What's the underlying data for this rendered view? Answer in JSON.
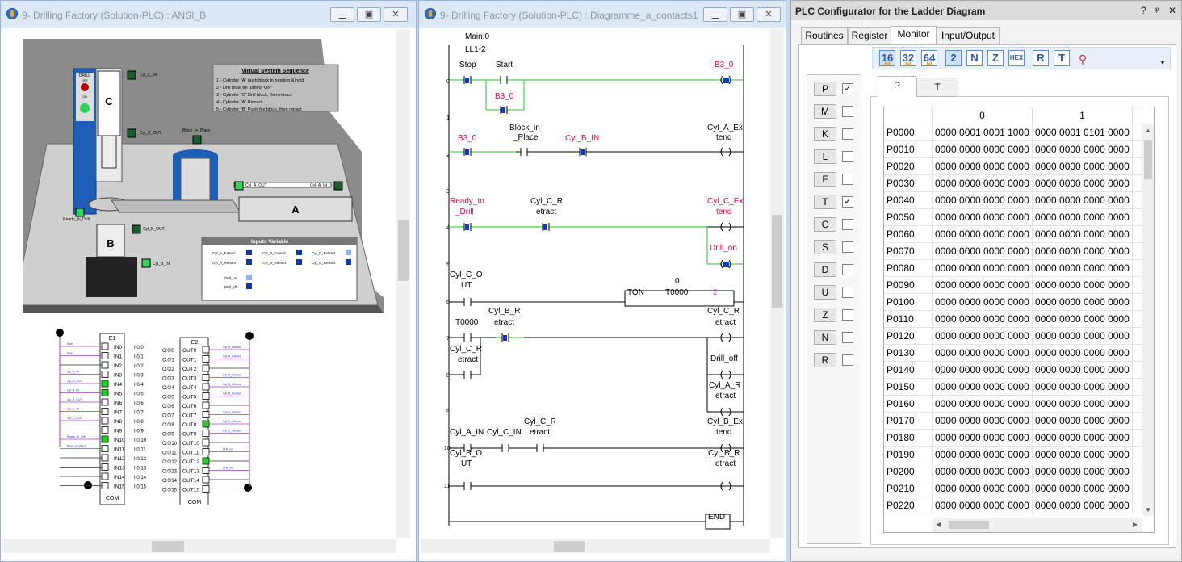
{
  "windows": {
    "left": {
      "title": "9- Drilling Factory (Solution-PLC) : ANSI_B"
    },
    "middle": {
      "title": "9- Drilling Factory (Solution-PLC) : Diagramme_a_contacts1"
    },
    "right": {
      "title": "PLC Configurator for the Ladder Diagram"
    }
  },
  "window_buttons": {
    "minimize": "▁",
    "maximize": "▣",
    "close": "✕"
  },
  "scene": {
    "panel_title": "Virtual System Sequence",
    "steps": [
      "1 - Cylinder \"A\" push block in position & hold",
      "2 - Drill must be turned \"ON\"",
      "3 - Cylinder \"C\" Drill block, then retract",
      "4 - Cylinder \"A\" Retract",
      "5 - Cylinder \"B\" Push the block, then retract"
    ],
    "labels": {
      "cyl_c_in": "Cyl_C_IN",
      "cyl_c_out": "Cyl_C_OUT",
      "block_in_place": "Block_In_Place",
      "cyl_a_out": "Cyl_A_OUT",
      "cyl_a_in": "Cyl_A_IN",
      "ready_to_drill": "Ready_to_Drill",
      "cyl_b_out": "Cyl_B_OUT",
      "cyl_b_in": "Cyl_B_IN",
      "drill": "DRILL",
      "off": "OFF",
      "on": "ON",
      "a": "A",
      "b": "B",
      "c": "C"
    },
    "inputs_title": "Inputs Variable",
    "inputs": [
      "Cyl_A_Extend",
      "Cyl_B_Extend",
      "Cyl_C_Extend",
      "Cyl_A_Retract",
      "Cyl_B_Retract",
      "Cyl_C_Retract",
      "Drill_on",
      "Drill_off"
    ]
  },
  "io": {
    "e1": "E1",
    "e2": "E2",
    "com": "COM",
    "inputs": [
      "IN0",
      "IN1",
      "IN2",
      "IN3",
      "IN4",
      "IN5",
      "IN6",
      "IN7",
      "IN8",
      "IN9",
      "IN10",
      "IN11",
      "IN12",
      "IN13",
      "IN14",
      "IN15"
    ],
    "input_addr": [
      "I:0/0",
      "I:0/1",
      "I:0/2",
      "I:0/3",
      "I:0/4",
      "I:0/5",
      "I:0/6",
      "I:0/7",
      "I:0/8",
      "I:0/9",
      "I:0/10",
      "I:0/11",
      "I:0/12",
      "I:0/13",
      "I:0/14",
      "I:0/15"
    ],
    "outputs": [
      "OUT0",
      "OUT1",
      "OUT2",
      "OUT3",
      "OUT4",
      "OUT5",
      "OUT6",
      "OUT7",
      "OUT8",
      "OUT9",
      "OUT10",
      "OUT11",
      "OUT12",
      "OUT13",
      "OUT14",
      "OUT15"
    ],
    "output_addr": [
      "O:0/0",
      "O:0/1",
      "O:0/2",
      "O:0/3",
      "O:0/4",
      "O:0/5",
      "O:0/6",
      "O:0/7",
      "O:0/8",
      "O:0/9",
      "O:0/10",
      "O:0/11",
      "O:0/12",
      "O:0/13",
      "O:0/14",
      "O:0/15"
    ],
    "input_active": [
      4,
      5,
      10
    ],
    "output_active": [
      8,
      12
    ],
    "input_tags": [
      "Start",
      "Stop",
      "",
      "Cyl_A_IN",
      "Cyl_A_OUT",
      "Cyl_B_IN",
      "Cyl_B_OUT",
      "Cyl_C_IN",
      "Cyl_C_OUT",
      "",
      "Ready_to_Drill",
      "Block_in_Place",
      "",
      "",
      "",
      ""
    ],
    "output_tags": [
      "Cyl_A_Retract",
      "Cyl_A_Extend",
      "",
      "Cyl_B_Retract",
      "Cyl_B_Extend",
      "Cyl_B_Retract",
      "",
      "Cyl_C_Retract",
      "Cyl_C_Extend",
      "Cyl_C_Retract",
      "",
      "Drill_on",
      "",
      "Drill_off",
      "",
      ""
    ]
  },
  "ladder": {
    "header": "Main:0",
    "subheader": "LL1-2",
    "rung_numbers": [
      "0",
      "1",
      "2",
      "3",
      "4",
      "5",
      "6",
      "7",
      "8",
      "9",
      "10",
      "11"
    ],
    "labels": {
      "stop": "Stop",
      "start": "Start",
      "b3_0_a": "B3_0",
      "b3_0_b": "B3_0",
      "b3_0_c": "B3_0",
      "block_in_1": "Block_in",
      "block_in_2": "_Place",
      "cyl_b_in": "Cyl_B_IN",
      "cyl_a_ex_1": "Cyl_A_Ex",
      "cyl_a_ex_2": "tend",
      "ready_1": "Ready_to",
      "ready_2": "_Drill",
      "cyl_c_r_1": "Cyl_C_R",
      "cyl_c_r_2": "etract",
      "cyl_c_ex_1": "Cyl_C_Ex",
      "cyl_c_ex_2": "tend",
      "drill_on": "Drill_on",
      "cyl_c_o_1": "Cyl_C_O",
      "cyl_c_o_2": "UT",
      "timer_val": "0",
      "ton": "TON",
      "timer": "T0000",
      "preset": "2",
      "t0000": "T0000",
      "cyl_b_r_1": "Cyl_B_R",
      "cyl_b_r_2": "etract",
      "cyl_c_r_out_1": "Cyl_C_R",
      "cyl_c_r_out_2": "etract",
      "cyl_c_r_b_1": "Cyl_C_R",
      "cyl_c_r_b_2": "etract",
      "drill_off": "Drill_off",
      "cyl_a_r_1": "Cyl_A_R",
      "cyl_a_r_2": "etract",
      "cyl_a_in": "Cyl_A_IN",
      "cyl_c_in": "Cyl_C_IN",
      "cyl_c_r2_1": "Cyl_C_R",
      "cyl_c_r2_2": "etract",
      "cyl_b_ex_1": "Cyl_B_Ex",
      "cyl_b_ex_2": "tend",
      "cyl_b_o_1": "Cyl_B_O",
      "cyl_b_o_2": "UT",
      "cyl_b_r_out_1": "Cyl_B_R",
      "cyl_b_r_out_2": "etract",
      "end": "END"
    }
  },
  "config": {
    "help": "?",
    "pin": "ᵠ",
    "close": "✕",
    "tabs": [
      "Routines",
      "Register",
      "Monitor",
      "Input/Output"
    ],
    "active_tab": "Monitor",
    "toolbar": [
      {
        "label": "16",
        "sub": "bit",
        "selected": true
      },
      {
        "label": "32",
        "sub": "bit",
        "selected": false
      },
      {
        "label": "64",
        "sub": "bit",
        "selected": false
      },
      {
        "label": "2",
        "sub": "",
        "selected": true
      },
      {
        "label": "N",
        "sub": "",
        "selected": false
      },
      {
        "label": "Z",
        "sub": "",
        "selected": false
      },
      {
        "label": "HEX",
        "sub": "",
        "selected": false
      },
      {
        "label": "R",
        "sub": "",
        "selected": false
      },
      {
        "label": "T",
        "sub": "",
        "selected": false
      }
    ],
    "registers": [
      {
        "name": "P",
        "checked": true
      },
      {
        "name": "M",
        "checked": false
      },
      {
        "name": "K",
        "checked": false
      },
      {
        "name": "L",
        "checked": false
      },
      {
        "name": "F",
        "checked": false
      },
      {
        "name": "T",
        "checked": true
      },
      {
        "name": "C",
        "checked": false
      },
      {
        "name": "S",
        "checked": false
      },
      {
        "name": "D",
        "checked": false
      },
      {
        "name": "U",
        "checked": false
      },
      {
        "name": "Z",
        "checked": false
      },
      {
        "name": "N",
        "checked": false
      },
      {
        "name": "R",
        "checked": false
      }
    ],
    "sub_tabs": [
      "P",
      "T"
    ],
    "grid": {
      "columns": [
        "",
        "0",
        "1"
      ],
      "rows": [
        [
          "P0000",
          "0000 0001 0001 1000",
          "0000 0001 0101 0000"
        ],
        [
          "P0010",
          "0000 0000 0000 0000",
          "0000 0000 0000 0000"
        ],
        [
          "P0020",
          "0000 0000 0000 0000",
          "0000 0000 0000 0000"
        ],
        [
          "P0030",
          "0000 0000 0000 0000",
          "0000 0000 0000 0000"
        ],
        [
          "P0040",
          "0000 0000 0000 0000",
          "0000 0000 0000 0000"
        ],
        [
          "P0050",
          "0000 0000 0000 0000",
          "0000 0000 0000 0000"
        ],
        [
          "P0060",
          "0000 0000 0000 0000",
          "0000 0000 0000 0000"
        ],
        [
          "P0070",
          "0000 0000 0000 0000",
          "0000 0000 0000 0000"
        ],
        [
          "P0080",
          "0000 0000 0000 0000",
          "0000 0000 0000 0000"
        ],
        [
          "P0090",
          "0000 0000 0000 0000",
          "0000 0000 0000 0000"
        ],
        [
          "P0100",
          "0000 0000 0000 0000",
          "0000 0000 0000 0000"
        ],
        [
          "P0110",
          "0000 0000 0000 0000",
          "0000 0000 0000 0000"
        ],
        [
          "P0120",
          "0000 0000 0000 0000",
          "0000 0000 0000 0000"
        ],
        [
          "P0130",
          "0000 0000 0000 0000",
          "0000 0000 0000 0000"
        ],
        [
          "P0140",
          "0000 0000 0000 0000",
          "0000 0000 0000 0000"
        ],
        [
          "P0150",
          "0000 0000 0000 0000",
          "0000 0000 0000 0000"
        ],
        [
          "P0160",
          "0000 0000 0000 0000",
          "0000 0000 0000 0000"
        ],
        [
          "P0170",
          "0000 0000 0000 0000",
          "0000 0000 0000 0000"
        ],
        [
          "P0180",
          "0000 0000 0000 0000",
          "0000 0000 0000 0000"
        ],
        [
          "P0190",
          "0000 0000 0000 0000",
          "0000 0000 0000 0000"
        ],
        [
          "P0200",
          "0000 0000 0000 0000",
          "0000 0000 0000 0000"
        ],
        [
          "P0210",
          "0000 0000 0000 0000",
          "0000 0000 0000 0000"
        ],
        [
          "P0220",
          "0000 0000 0000 0000",
          "0000 0000 0000 0000"
        ]
      ]
    }
  }
}
